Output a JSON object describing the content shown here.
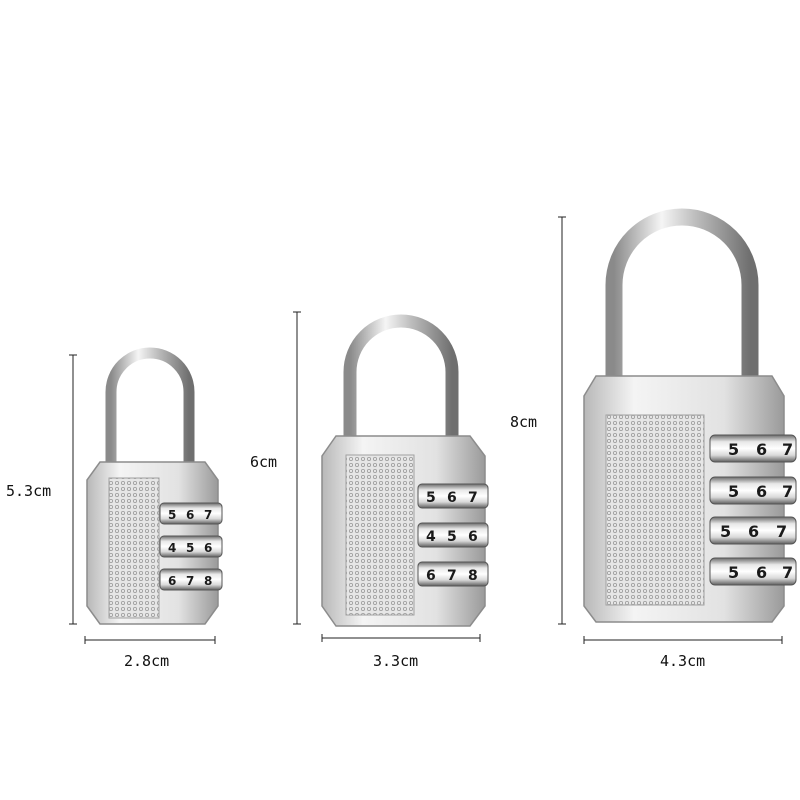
{
  "dimensions": {
    "small_height": "5.3cm",
    "small_width": "2.8cm",
    "medium_height": "6cm",
    "medium_width": "3.3cm",
    "large_height": "8cm",
    "large_width": "4.3cm"
  },
  "locks": {
    "small": {
      "wheels": [
        [
          "5",
          "6",
          "7"
        ],
        [
          "4",
          "5",
          "6"
        ],
        [
          "6",
          "7",
          "8"
        ]
      ]
    },
    "medium": {
      "wheels": [
        [
          "5",
          "6",
          "7"
        ],
        [
          "4",
          "5",
          "6"
        ],
        [
          "6",
          "7",
          "8"
        ]
      ]
    },
    "large": {
      "wheels": [
        [
          "5",
          "6",
          "7"
        ],
        [
          "5",
          "6",
          "7"
        ],
        [
          "5",
          "6",
          "7"
        ],
        [
          "5",
          "6",
          "7"
        ]
      ]
    }
  },
  "colors": {
    "metal_light": "#f2f2f2",
    "metal_mid": "#c9c9c9",
    "metal_dark": "#7d7d7d",
    "dimension_line": "#222222",
    "background": "#ffffff"
  }
}
